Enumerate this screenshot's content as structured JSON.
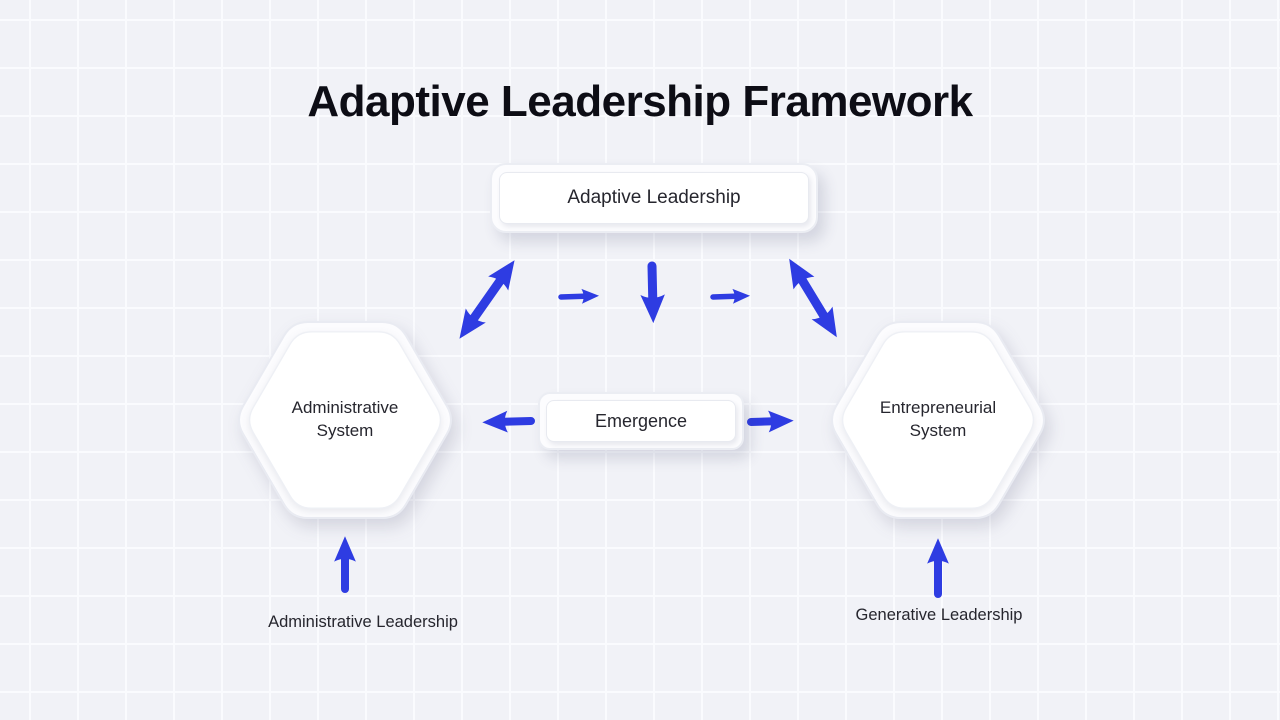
{
  "slide": {
    "title": "Adaptive Leadership Framework",
    "nodes": {
      "adaptive": "Adaptive Leadership",
      "administrative": "Administrative System",
      "entrepreneurial": "Entrepreneurial System",
      "emergence": "Emergence"
    },
    "captions": {
      "administrative": "Administrative Leadership",
      "generative": "Generative Leadership"
    },
    "colors": {
      "arrow": "#2e3ce2",
      "background": "#f1f2f7",
      "grid_line": "#fafbfe",
      "ink": "#26262e",
      "title_ink": "#0d0d15"
    }
  }
}
